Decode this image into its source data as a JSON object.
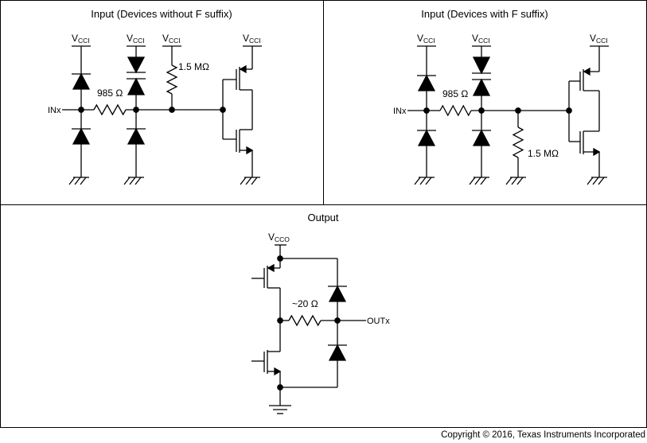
{
  "panels": {
    "input_no_f": {
      "title": "Input (Devices without F suffix)",
      "supply_main": "V",
      "supply_sub": "CCI",
      "input_label": "INx",
      "series_resistor": "985 Ω",
      "pull_resistor": "1.5 MΩ"
    },
    "input_f": {
      "title": "Input (Devices with F suffix)",
      "supply_main": "V",
      "supply_sub": "CCI",
      "input_label": "INx",
      "series_resistor": "985 Ω",
      "pull_resistor": "1.5 MΩ"
    },
    "output": {
      "title": "Output",
      "supply_main": "V",
      "supply_sub": "CCO",
      "output_label": "OUTx",
      "series_resistor": "~20 Ω"
    }
  },
  "copyright": "Copyright © 2016, Texas Instruments Incorporated"
}
